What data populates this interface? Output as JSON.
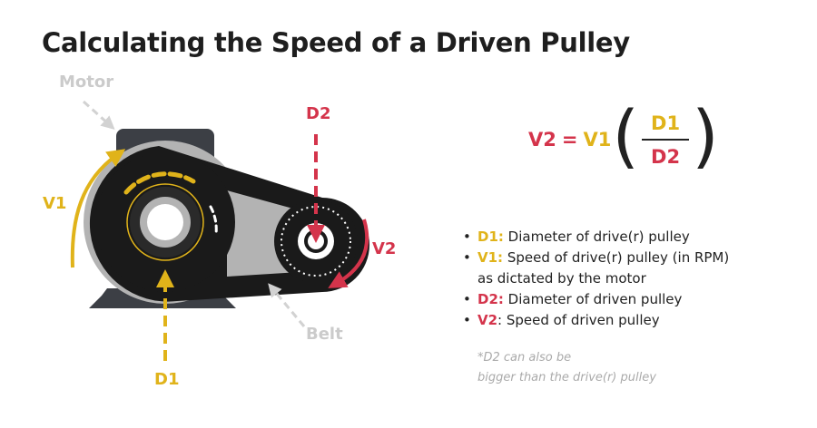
{
  "title": "Calculating the Speed of a Driven Pulley",
  "labels": {
    "motor": "Motor",
    "belt": "Belt",
    "v1": "V1",
    "d1": "D1",
    "d2": "D2",
    "v2": "V2"
  },
  "formula": {
    "lhs": "V2",
    "equals": "=",
    "coef": "V1",
    "paren_open": "(",
    "paren_close": ")",
    "numerator": "D1",
    "denominator": "D2"
  },
  "legend": [
    {
      "key": "D1:",
      "text": " Diameter of drive(r) pulley",
      "color": "yellow"
    },
    {
      "key": "V1:",
      "text": " Speed of drive(r) pulley (in RPM)",
      "line2": "as dictated by the motor",
      "color": "yellow"
    },
    {
      "key": "D2:",
      "text": " Diameter of driven pulley",
      "color": "red"
    },
    {
      "key": "V2",
      "text": ": Speed of driven pulley",
      "color": "red"
    }
  ],
  "note": {
    "line1": "*D2 can also be",
    "line2": "bigger than the drive(r) pulley"
  },
  "colors": {
    "yellow": "#e0b31a",
    "red": "#d4344b",
    "dark": "#1a1a1a",
    "motor_gray": "#b3b3b3",
    "feet": "#3c3f45",
    "label_gray": "#cbcbcb"
  }
}
